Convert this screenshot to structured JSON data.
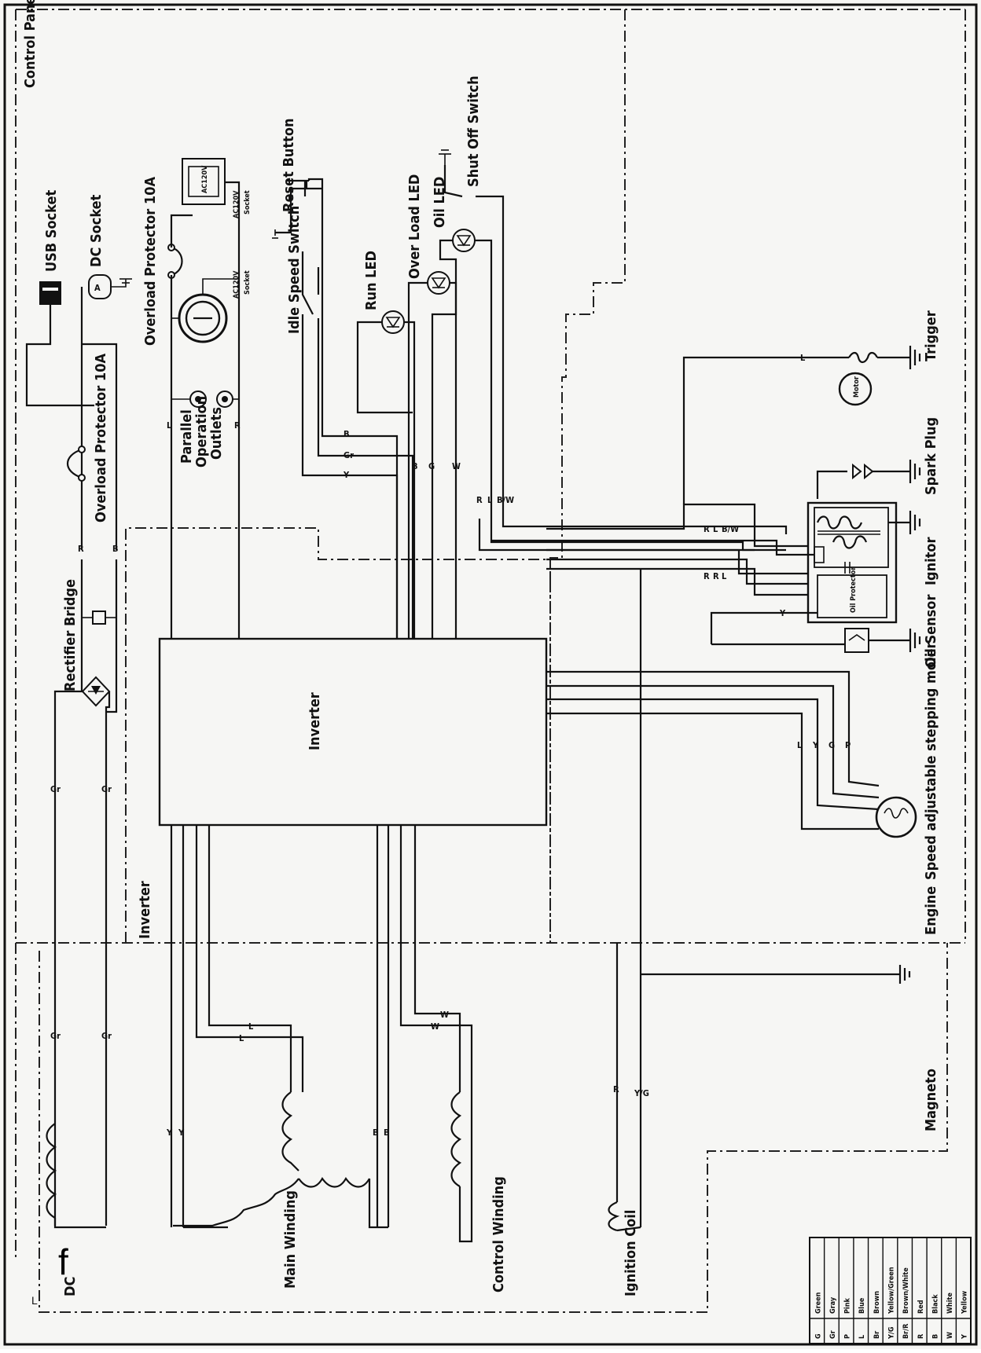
{
  "labels": {
    "control_panel": "Control Panel",
    "usb_socket": "USB Socket",
    "dc_socket": "DC Socket",
    "overload_protector_top": "Overload Protector 10A",
    "overload_protector_left": "Overload Protector 10A",
    "reset_button": "Reset Button",
    "idle_speed_switch": "Idle Speed Switch",
    "run_led": "Run LED",
    "over_load_led": "Over Load LED",
    "oil_led": "Oil LED",
    "shut_off_switch": "Shut Off Switch",
    "parallel_outlets_1": "Parallel",
    "parallel_outlets_2": "Operation",
    "parallel_outlets_3": "Outlets",
    "socket_120v_a": "AC120V",
    "socket_120v_a2": "Socket",
    "socket_120v_b": "AC120V",
    "socket_120v_b2": "Socket",
    "rectifier_bridge": "Rectifier Bridge",
    "inverter_block": "Inverter",
    "inverter_region": "Inverter",
    "trigger": "Trigger",
    "motor": "Motor",
    "spark_plug": "Spark Plug",
    "ignitor": "Ignitor",
    "oil_sensor": "Oil Sensor",
    "oil_protector": "Oil Protector",
    "stepping_motor": "Speed adjustable stepping moler",
    "engine": "Engine",
    "magneto": "Magneto",
    "dc": "DC",
    "main_winding": "Main Winding",
    "control_winding": "Control Winding",
    "ignition_coil": "Ignition Coil",
    "figure_letter": "f",
    "corner_mark": "L"
  },
  "wire_codes": {
    "gr": "Gr",
    "r": "R",
    "b": "B",
    "l": "L",
    "y": "Y",
    "w": "W",
    "g": "G",
    "p": "P",
    "br": "Br",
    "bw": "B/W",
    "yg": "Y/G"
  },
  "legend": [
    {
      "code": "G",
      "color": "Green"
    },
    {
      "code": "Gr",
      "color": "Gray"
    },
    {
      "code": "P",
      "color": "Pink"
    },
    {
      "code": "L",
      "color": "Blue"
    },
    {
      "code": "Br",
      "color": "Brown"
    },
    {
      "code": "Y/G",
      "color": "Yellow/Green"
    },
    {
      "code": "Br/R",
      "color": "Brown/White"
    },
    {
      "code": "R",
      "color": "Red"
    },
    {
      "code": "B",
      "color": "Black"
    },
    {
      "code": "W",
      "color": "White"
    },
    {
      "code": "Y",
      "color": "Yellow"
    }
  ]
}
